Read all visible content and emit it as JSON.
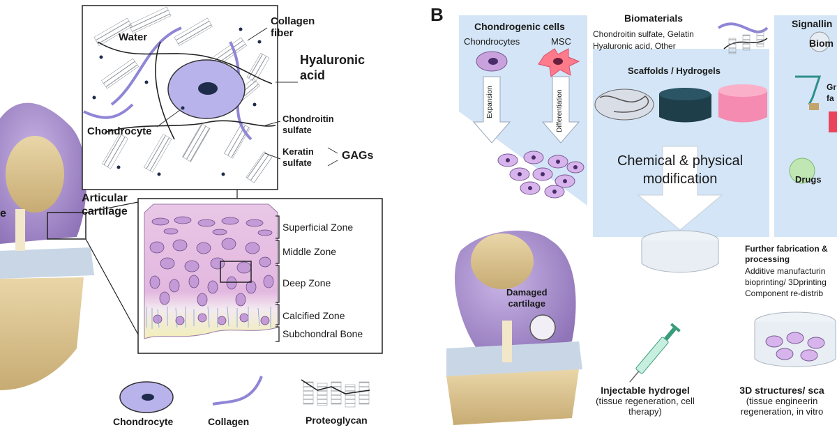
{
  "panel_a": {
    "micro": {
      "water": "Water",
      "collagen_fiber_1": "Collagen",
      "collagen_fiber_2": "fiber",
      "hyaluronic_1": "Hyaluronic",
      "hyaluronic_2": "acid",
      "chondrocyte": "Chondrocyte",
      "chondroitin_1": "Chondroitin",
      "chondroitin_2": "sulfate",
      "keratin_1": "Keratin",
      "keratin_2": "sulfate",
      "gags": "GAGs"
    },
    "knee_label_left": "e",
    "articular_1": "Articular",
    "articular_2": "cartilage",
    "zones": [
      "Superficial Zone",
      "Middle Zone",
      "Deep Zone",
      "Calcified Zone",
      "Subchondral Bone"
    ],
    "legend": [
      "Chondrocyte",
      "Collagen",
      "Proteoglycan"
    ]
  },
  "panel_b": {
    "letter": "B",
    "chondrogenic": {
      "title": "Chondrogenic cells",
      "chondrocytes": "Chondrocytes",
      "msc": "MSC",
      "expansion": "Expansion",
      "differentiation": "Differentiation"
    },
    "biomaterials": {
      "title": "Biomaterials",
      "line1": "Chondroitin sulfate, Gelatin",
      "line2": "Hyaluronic acid, Other",
      "scaffolds": "Scaffolds / Hydrogels",
      "chem1": "Chemical & physical",
      "chem2": "modification"
    },
    "signalling": {
      "title": "Signallin",
      "biom": "Biom",
      "gr": "Gr",
      "fa": "fa",
      "drugs": "Drugs"
    },
    "damaged_1": "Damaged",
    "damaged_2": "cartilage",
    "further": {
      "l1": "Further fabrication &",
      "l2": "processing",
      "l3": "Additive manufacturin",
      "l4": "bioprinting/ 3Dprinting",
      "l5": "Component re-distrib"
    },
    "injectable": {
      "title": "Injectable hydrogel",
      "l1": "(tissue regeneration, cell",
      "l2": "therapy)"
    },
    "structures": {
      "title": "3D structures/ sca",
      "l1": "(tissue engineerin",
      "l2": "regeneration, in vitro"
    }
  }
}
